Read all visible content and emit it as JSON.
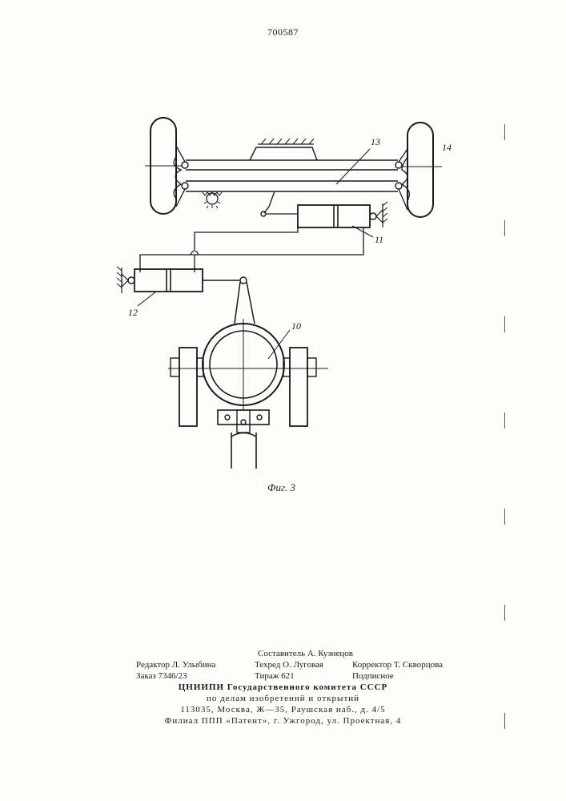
{
  "page_number": "700587",
  "figure": {
    "caption": "Фиг. 3",
    "labels": {
      "l10": "10",
      "l11": "11",
      "l12": "12",
      "l13": "13",
      "l14": "14"
    }
  },
  "imprint": {
    "compiler": "Составитель А. Кузнецов",
    "editor": "Редактор Л. Улыбина",
    "techred": "Техред О. Луговая",
    "corrector": "Корректор Т. Скворцова",
    "order": "Заказ 7346/23",
    "circulation": "Тираж 621",
    "subscription": "Подписное",
    "org_line1": "ЦНИИПИ Государственного комитета СССР",
    "org_line2": "по делам изобретений и открытий",
    "address": "113035, Москва, Ж—35, Раушская наб., д. 4/5",
    "branch": "Филиал ППП «Патент», г. Ужгород, ул. Проектная, 4"
  }
}
